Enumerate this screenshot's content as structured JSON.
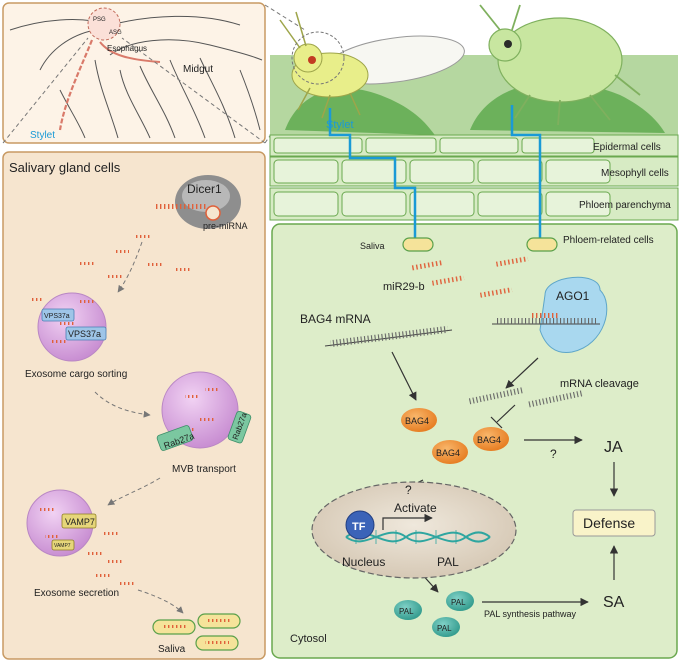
{
  "insect_panel": {
    "psg": "PSG",
    "asg": "ASG",
    "esophagus": "Esophagus",
    "midgut": "Midgut",
    "stylet": "Stylet"
  },
  "salivary_panel": {
    "title": "Salivary gland cells",
    "dicer": "Dicer1",
    "pre_mirna": "pre-miRNA",
    "vps37a_1": "VPS37a",
    "vps37a_2": "VPS37a",
    "cargo_sorting": "Exosome cargo sorting",
    "rab27a_1": "Rab27a",
    "rab27a_2": "Rab27a",
    "mvb_transport": "MVB transport",
    "vamp7": "VAMP7",
    "vamp7_small": "VAMP7",
    "secretion": "Exosome secretion",
    "saliva": "Saliva"
  },
  "plant_panel": {
    "stylet": "Stylet",
    "epidermal": "Epidermal cells",
    "mesophyll": "Mesophyll cells",
    "phloem_parenchyma": "Phloem parenchyma",
    "phloem_related": "Phloem-related cells",
    "saliva": "Saliva",
    "mir": "miR29-b",
    "bag4_mrna": "BAG4 mRNA",
    "ago1": "AGO1",
    "cleavage": "mRNA cleavage",
    "bag4_a": "BAG4",
    "bag4_b": "BAG4",
    "bag4_c": "BAG4",
    "ja": "JA",
    "q1": "?",
    "q2": "?",
    "defense": "Defense",
    "tf": "TF",
    "activate": "Activate",
    "nucleus": "Nucleus",
    "pal_gene": "PAL",
    "pal_1": "PAL",
    "pal_2": "PAL",
    "pal_3": "PAL",
    "pathway": "PAL synthesis pathway",
    "sa": "SA",
    "cytosol": "Cytosol"
  },
  "colors": {
    "panel_border": "#c89a63",
    "insect_bg": "#fdf3e7",
    "salivary_bg": "#f6e5cf",
    "plant_bg": "#ddedc9",
    "cell_border": "#6aa84f",
    "stylet_blue": "#1a9ad6",
    "bag4_orange": "#f08a2a",
    "pal_teal": "#3aa99a",
    "mirna_red": "#e0603a",
    "vesicle_purple": "#d6a3dd"
  }
}
